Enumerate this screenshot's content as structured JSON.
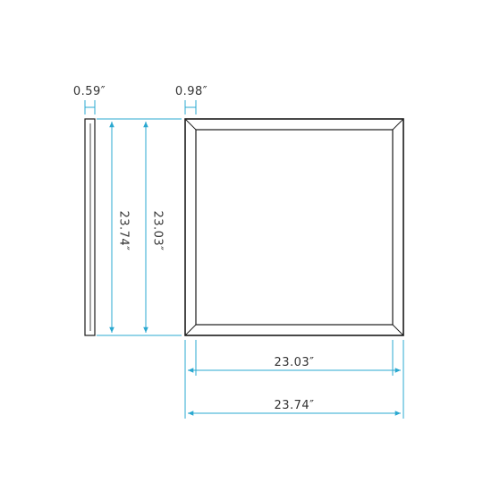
{
  "colors": {
    "dimension": "#2aa8d0",
    "outline": "#1a1a1a",
    "text": "#333333"
  },
  "dimensions": {
    "side_thickness": "0.59″",
    "frame_width": "0.98″",
    "outer_height": "23.74″",
    "inner_height": "23.03″",
    "inner_width": "23.03″",
    "outer_width": "23.74″"
  }
}
